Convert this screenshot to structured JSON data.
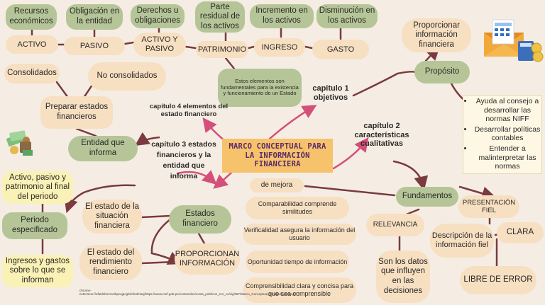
{
  "center": "MARCO CONCEPTUAL PARA LA INFORMACIÓN FINANCIERA",
  "top_row": {
    "recursos": "Recursos económicos",
    "obligacion": "Obligación en la entidad",
    "derechos": "Derechos u obligaciones",
    "residual": "Parte residual de los activos",
    "incremento": "Incremento en los activos",
    "disminucion": "Disminución en los activos",
    "activo": "ACTIVO",
    "pasivo": "PASIVO",
    "activo_pasivo": "ACTIVO Y PASIVO",
    "patrimonio": "PATRIMONIO",
    "ingreso": "INGRESO",
    "gasto": "GASTO"
  },
  "elements_box": "Estos elementos son fundamentales para la existencia y funcionamiento de un Estado",
  "chapters": {
    "c1": "capitulo 1 objetivos",
    "c2": "capítulo 2 características cualitativas",
    "c3": "capítulo 3 estados financieros y la entidad que informa",
    "c4": "capítulo 4 elementos del estado financiero"
  },
  "left": {
    "consolidados": "Consolidados",
    "no_consolidados": "No consolidados",
    "preparar": "Preparar estados financieros",
    "entidad": "Entidad que informa",
    "activo_pasivo_patrimonio": "Activo, pasivo y patrimonio al final del periodo",
    "periodo": "Periodo especificado",
    "ingresos_gastos": "Ingresos y gastos sobre lo que se informan",
    "situacion": "El estado de la situación financiera",
    "rendimiento": "El estado del rendimiento financiero",
    "estados_fin": "Estados financiero",
    "proporcionan": "PROPORCIONAN INFORMACIÓN"
  },
  "right": {
    "proporcionar": "Proporcionar información financiera",
    "proposito": "Propósito",
    "bullets": [
      "Ayuda al consejo a desarrollar las normas NIFF",
      "Desarrollar políticas contables",
      "Entender a malinterpretar las normas"
    ],
    "fundamentos": "Fundamentos",
    "presentacion": "PRESENTACIÓN FIEL",
    "relevancia": "RELEVANCIA",
    "descripcion": "Descripción de la información fiel",
    "clara": "CLARA",
    "libre": "LIBRE DE ERROR",
    "son_datos": "Son los datos que influyen en las decisiones"
  },
  "mejora": {
    "title": "de mejora",
    "items": [
      "Comparabilidad comprende similitudes",
      "Verificalidad asegura la información del usuario",
      "Oportunidad tiempo de información",
      "Comprensibilidad clara y concisa para que sea comprensible"
    ]
  },
  "source_url": "chrome-extension://efaidnbmnnnibpcajpcglclefindmkaj/https://www.mef.gob.pe/contenidos/conta_publ/con_nor_co/vig/NIF/Marco_Conceptual_Revisado_2018.pdf",
  "colors": {
    "background": "#f5ede3",
    "green": "#b5c598",
    "peach": "#f7dfc2",
    "yellow": "#faf1b6",
    "center": "#f6c26b",
    "arrow": "#7a3a3e",
    "center_arrow": "#d4507a"
  },
  "icons": [
    "money-icon",
    "envelope-calculator-icon"
  ]
}
